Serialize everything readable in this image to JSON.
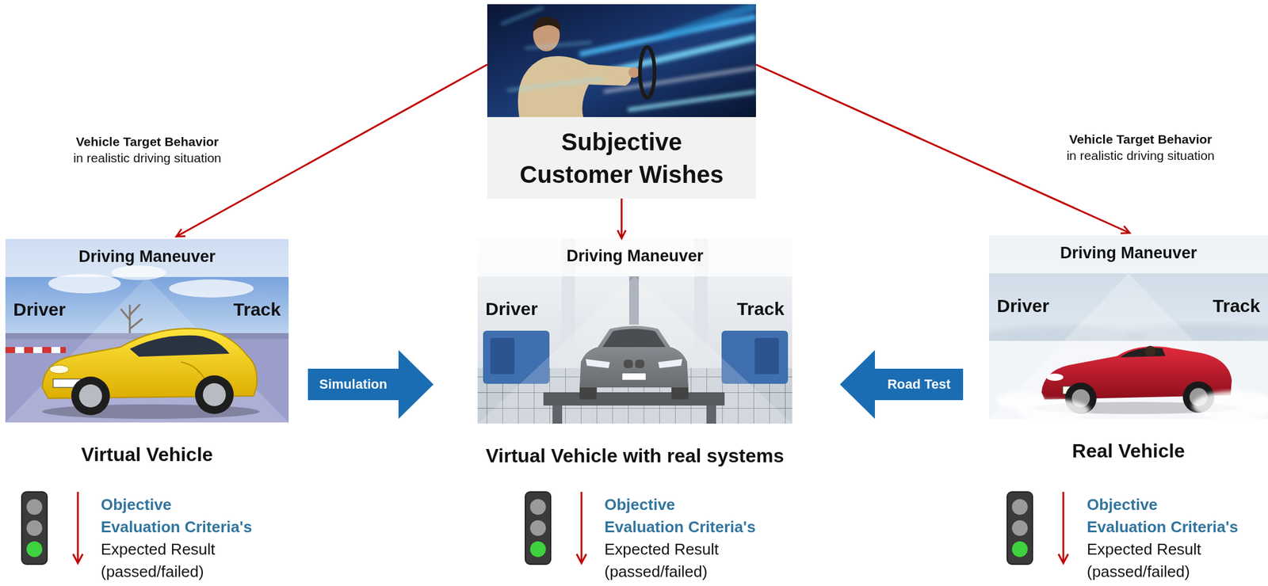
{
  "diagram": {
    "nodes": [
      {
        "text": [
          "Subjective Customer Wishes"
        ]
      },
      {
        "text": [
          "Driving Maneuver",
          "Driver",
          "Track",
          "Virtual Vehicle"
        ]
      },
      {
        "text": [
          "Driving Maneuver",
          "Driver",
          "Track",
          "Virtual Vehicle with real systems"
        ]
      },
      {
        "text": [
          "Driving Maneuver",
          "Driver",
          "Track",
          "Real Vehicle"
        ]
      }
    ],
    "edges": [
      {
        "from": 0,
        "to": 1,
        "arrow": "to",
        "label": "Vehicle Target Behavior in realistic driving situation"
      },
      {
        "from": 0,
        "to": 3,
        "arrow": "to",
        "label": "Vehicle Target Behavior in realistic driving situation"
      },
      {
        "from": 0,
        "to": 2,
        "arrow": "to"
      },
      {
        "from": 1,
        "to": 2,
        "arrow": "to",
        "label": "Simulation"
      },
      {
        "from": 3,
        "to": 2,
        "arrow": "to",
        "label": "Road Test"
      }
    ],
    "labels": [
      "Objective Evaluation Criteria's",
      "Expected Result (passed/failed)",
      "Objective Evaluation Criteria's",
      "Expected Result (passed/failed)",
      "Objective Evaluation Criteria's",
      "Expected Result (passed/failed)"
    ]
  }
}
